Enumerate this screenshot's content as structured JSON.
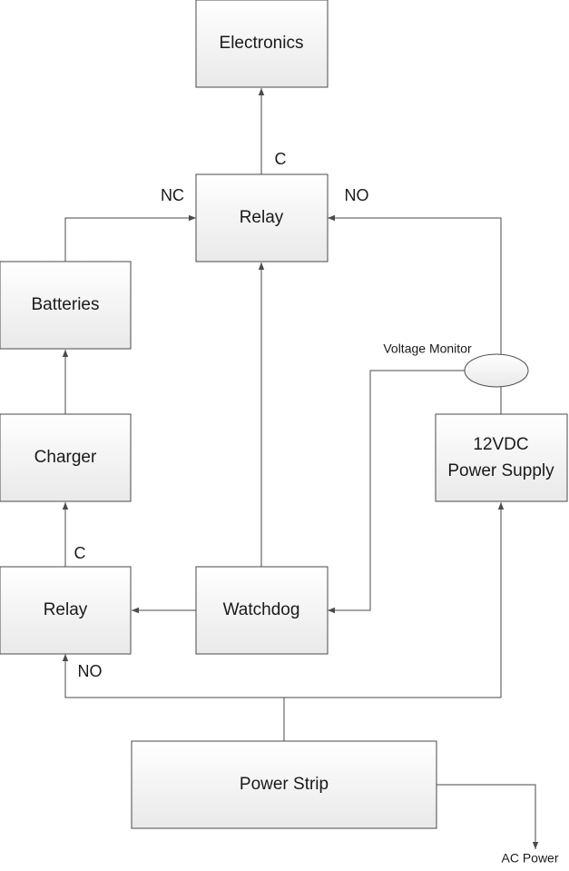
{
  "boxes": {
    "electronics": "Electronics",
    "relay_top": "Relay",
    "batteries": "Batteries",
    "charger": "Charger",
    "relay_bottom": "Relay",
    "watchdog": "Watchdog",
    "power_supply_line1": "12VDC",
    "power_supply_line2": "Power Supply",
    "power_strip": "Power Strip"
  },
  "labels": {
    "relay_top_c": "C",
    "relay_top_nc": "NC",
    "relay_top_no": "NO",
    "relay_bottom_c": "C",
    "relay_bottom_no": "NO",
    "voltage_monitor": "Voltage Monitor",
    "ac_power": "AC Power"
  }
}
